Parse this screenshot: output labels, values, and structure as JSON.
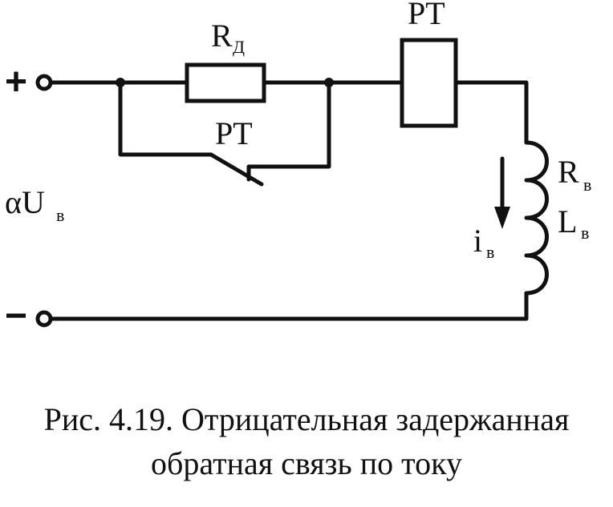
{
  "diagram": {
    "plus_sign": "+",
    "minus_sign": "−",
    "resistor_label": "R",
    "resistor_sub": "Д",
    "relay_coil_label": "PT",
    "relay_contact_label": "PT",
    "voltage_main": "αU",
    "voltage_sub": "в",
    "current_main": "i",
    "current_sub": "в",
    "winding_r_main": "R",
    "winding_r_sub": "в",
    "winding_l_main": "L",
    "winding_l_sub": "в"
  },
  "caption": {
    "line1": "Рис. 4.19. Отрицательная задержанная",
    "line2": "обратная связь по току"
  }
}
